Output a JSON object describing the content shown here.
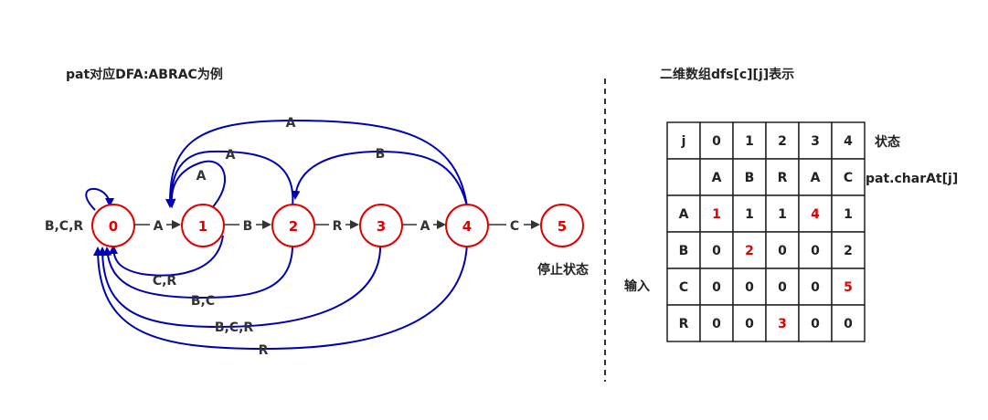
{
  "left_title": "pat对应DFA:ABRAC为例",
  "right_title": "二维数组dfs[c][j]表示",
  "final_state_note": "停止状态",
  "input_label": "输入",
  "states": [
    "0",
    "1",
    "2",
    "3",
    "4",
    "5"
  ],
  "edges": {
    "e01": "A",
    "e12": "B",
    "e23": "R",
    "e34": "A",
    "e45": "C",
    "self0": "B,C,R",
    "e11_self": "A",
    "e21": "A",
    "e41": "A",
    "e42": "B",
    "e10": "C,R",
    "e20": "B,C",
    "e30": "B,C,R",
    "e40": "R"
  },
  "table": {
    "header_row": [
      "j",
      "0",
      "1",
      "2",
      "3",
      "4"
    ],
    "header_row_note": "状态",
    "pattern_row": [
      "",
      "A",
      "B",
      "R",
      "A",
      "C"
    ],
    "pattern_row_note": "pat.charAt[j]",
    "rows": [
      {
        "label": "A",
        "cells": [
          "1",
          "1",
          "1",
          "4",
          "1"
        ],
        "red": [
          0,
          3
        ]
      },
      {
        "label": "B",
        "cells": [
          "0",
          "2",
          "0",
          "0",
          "2"
        ],
        "red": [
          1
        ]
      },
      {
        "label": "C",
        "cells": [
          "0",
          "0",
          "0",
          "0",
          "5"
        ],
        "red": [
          4
        ]
      },
      {
        "label": "R",
        "cells": [
          "0",
          "0",
          "3",
          "0",
          "0"
        ],
        "red": [
          2
        ]
      }
    ]
  },
  "colors": {
    "state_stroke": "#e00000",
    "state_text": "#e00000",
    "back_edge": "#0000b4",
    "forward_edge": "#333333",
    "divider": "#333333"
  }
}
